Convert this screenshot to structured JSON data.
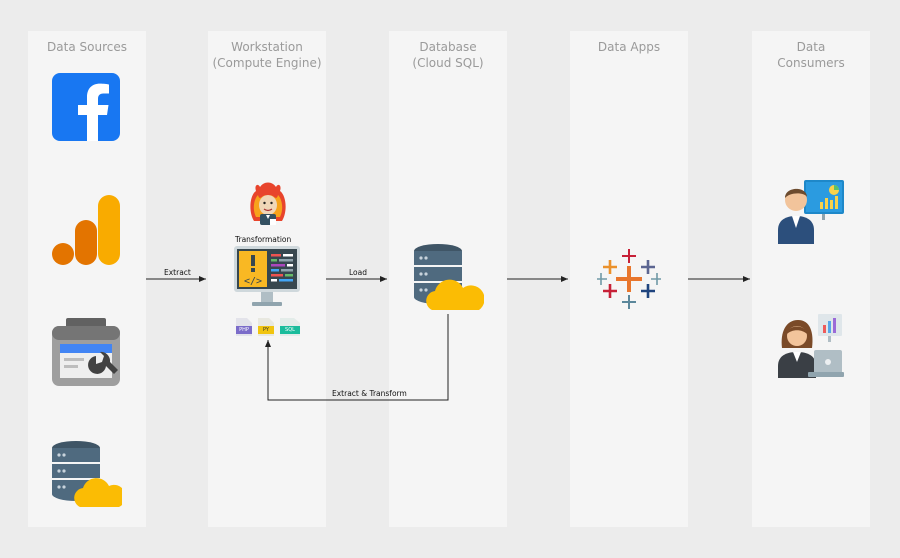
{
  "columns": [
    {
      "title_line1": "Data Sources",
      "title_line2": ""
    },
    {
      "title_line1": "Workstation",
      "title_line2": "(Compute Engine)"
    },
    {
      "title_line1": "Database",
      "title_line2": "(Cloud SQL)"
    },
    {
      "title_line1": "Data Apps",
      "title_line2": ""
    },
    {
      "title_line1": "Data",
      "title_line2": "Consumers"
    }
  ],
  "edges": {
    "extract": "Extract",
    "load": "Load",
    "extract_transform": "Extract & Transform"
  },
  "workstation": {
    "caption": "Transformation",
    "badges": [
      "PHP",
      "PY",
      "SQL"
    ]
  },
  "icons": {
    "facebook": "facebook-icon",
    "google_analytics": "google-analytics-icon",
    "search_console": "google-search-console-icon",
    "cloud_database_source": "cloud-database-icon",
    "jenkins": "jenkins-icon",
    "code_monitor": "code-monitor-icon",
    "cloud_sql": "cloud-sql-icon",
    "tableau": "tableau-icon",
    "analyst": "business-analyst-icon",
    "consumer": "business-woman-icon"
  },
  "colors": {
    "facebook": "#1877f2",
    "analytics_orange": "#f9ab00",
    "analytics_dark": "#e37400",
    "db_dark": "#3f5566",
    "cloud_yellow": "#fbbc04"
  }
}
